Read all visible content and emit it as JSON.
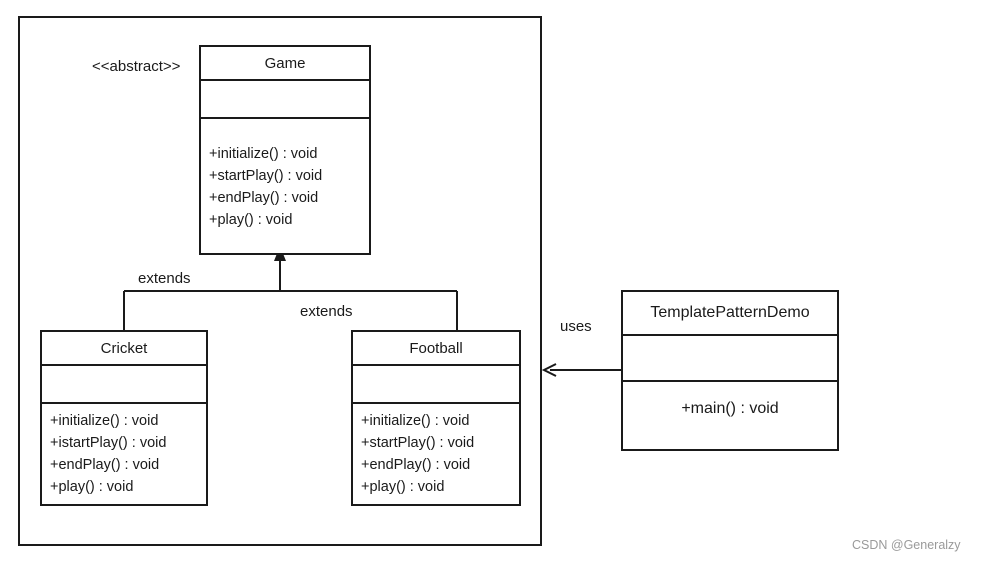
{
  "stereotype": "<<abstract>>",
  "classes": {
    "game": {
      "name": "Game",
      "operations": [
        "+initialize()  : void",
        "+startPlay()  : void",
        "+endPlay()  : void",
        "+play() : void"
      ]
    },
    "cricket": {
      "name": "Cricket",
      "operations": [
        "+initialize()  : void",
        "+istartPlay() : void",
        "+endPlay()  : void",
        "+play()  : void"
      ]
    },
    "football": {
      "name": "Football",
      "operations": [
        "+initialize()  : void",
        "+startPlay() : void",
        "+endPlay()  : void",
        "+play()  : void"
      ]
    },
    "demo": {
      "name": "TemplatePatternDemo",
      "operations": [
        "+main() : void"
      ]
    }
  },
  "relations": {
    "extends_left": "extends",
    "extends_right": "extends",
    "uses": "uses"
  },
  "watermark": "CSDN @Generalzy",
  "colors": {
    "line": "#1a1a1a",
    "background": "#ffffff",
    "watermark": "#9a9a9a"
  }
}
